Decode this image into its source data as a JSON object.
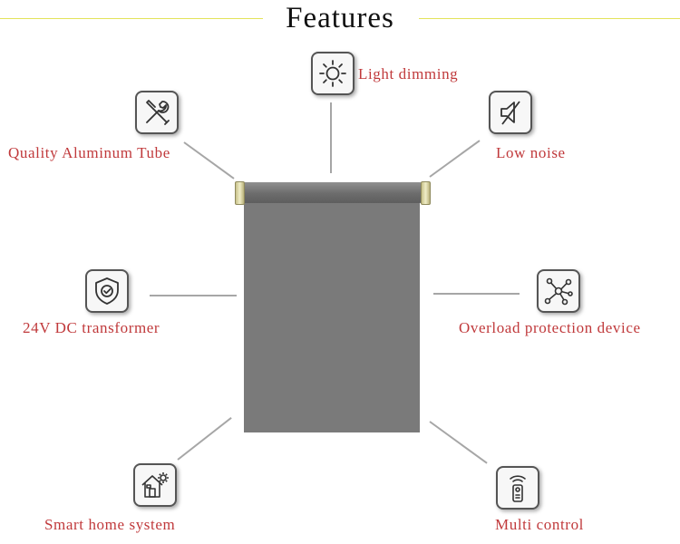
{
  "header": {
    "title": "Features"
  },
  "features": {
    "light_dimming": {
      "label": "Light dimming",
      "icon": "sun-icon"
    },
    "quality_tube": {
      "label": "Quality Aluminum Tube",
      "icon": "wrench-screwdriver-icon"
    },
    "low_noise": {
      "label": "Low noise",
      "icon": "mute-icon"
    },
    "transformer": {
      "label": "24V DC transformer",
      "icon": "shield-check-icon"
    },
    "overload": {
      "label": "Overload protection device",
      "icon": "network-nodes-icon"
    },
    "smart_home": {
      "label": "Smart home system",
      "icon": "smart-house-icon"
    },
    "multi_control": {
      "label": "Multi control",
      "icon": "remote-control-icon"
    }
  },
  "colors": {
    "label": "#c0393b",
    "rule": "#e3e35a",
    "blind": "#7a7a7a",
    "connector": "#a6a6a6"
  }
}
